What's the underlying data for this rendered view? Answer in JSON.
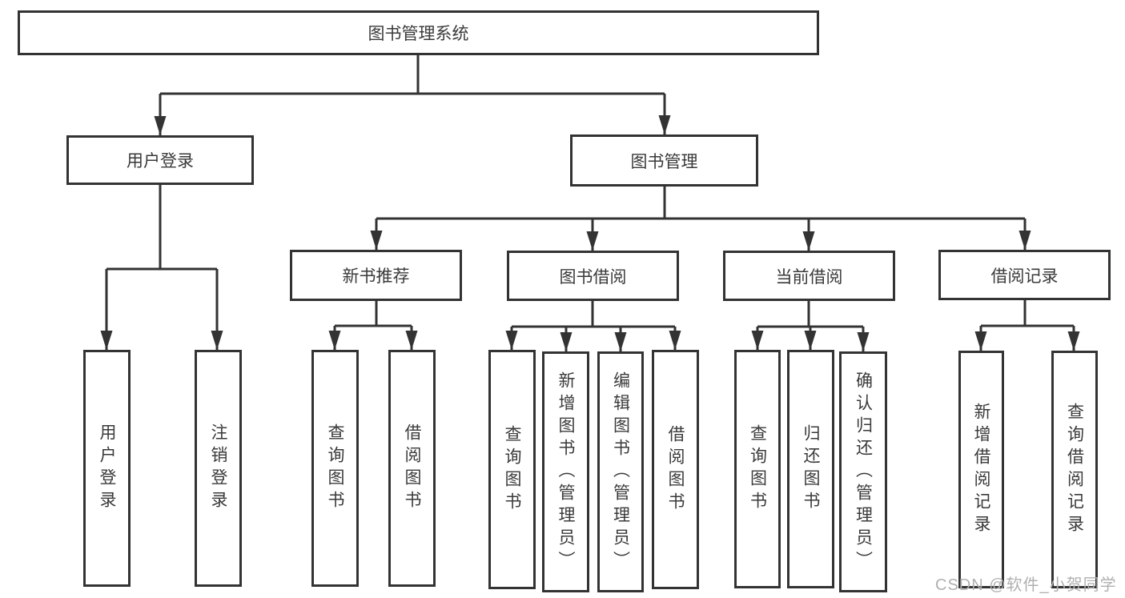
{
  "nodes": {
    "root": {
      "label": "图书管理系统"
    },
    "user_login": {
      "label": "用户登录"
    },
    "book_mgmt": {
      "label": "图书管理"
    },
    "new_book_rec": {
      "label": "新书推荐"
    },
    "book_borrow": {
      "label": "图书借阅"
    },
    "current_borrow": {
      "label": "当前借阅"
    },
    "borrow_records": {
      "label": "借阅记录"
    },
    "ul_user_login": {
      "label": "用户登录"
    },
    "ul_logout": {
      "label": "注销登录"
    },
    "nbr_query_book": {
      "label": "查询图书"
    },
    "nbr_borrow_book": {
      "label": "借阅图书"
    },
    "bb_query_book": {
      "label": "查询图书"
    },
    "bb_add_book": {
      "label": "新增图书（管理员）"
    },
    "bb_edit_book": {
      "label": "编辑图书（管理员）"
    },
    "bb_borrow_book": {
      "label": "借阅图书"
    },
    "cb_query_book": {
      "label": "查询图书"
    },
    "cb_return_book": {
      "label": "归还图书"
    },
    "cb_confirm_return": {
      "label": "确认归还（管理员）"
    },
    "br_add_record": {
      "label": "新增借阅记录"
    },
    "br_query_record": {
      "label": "查询借阅记录"
    }
  },
  "watermark": {
    "text": "CSDN @软件_小贺同学"
  },
  "colors": {
    "line": "#333333",
    "text": "#3a3a3a",
    "watermark": "#b0b0b0",
    "background": "#ffffff"
  }
}
